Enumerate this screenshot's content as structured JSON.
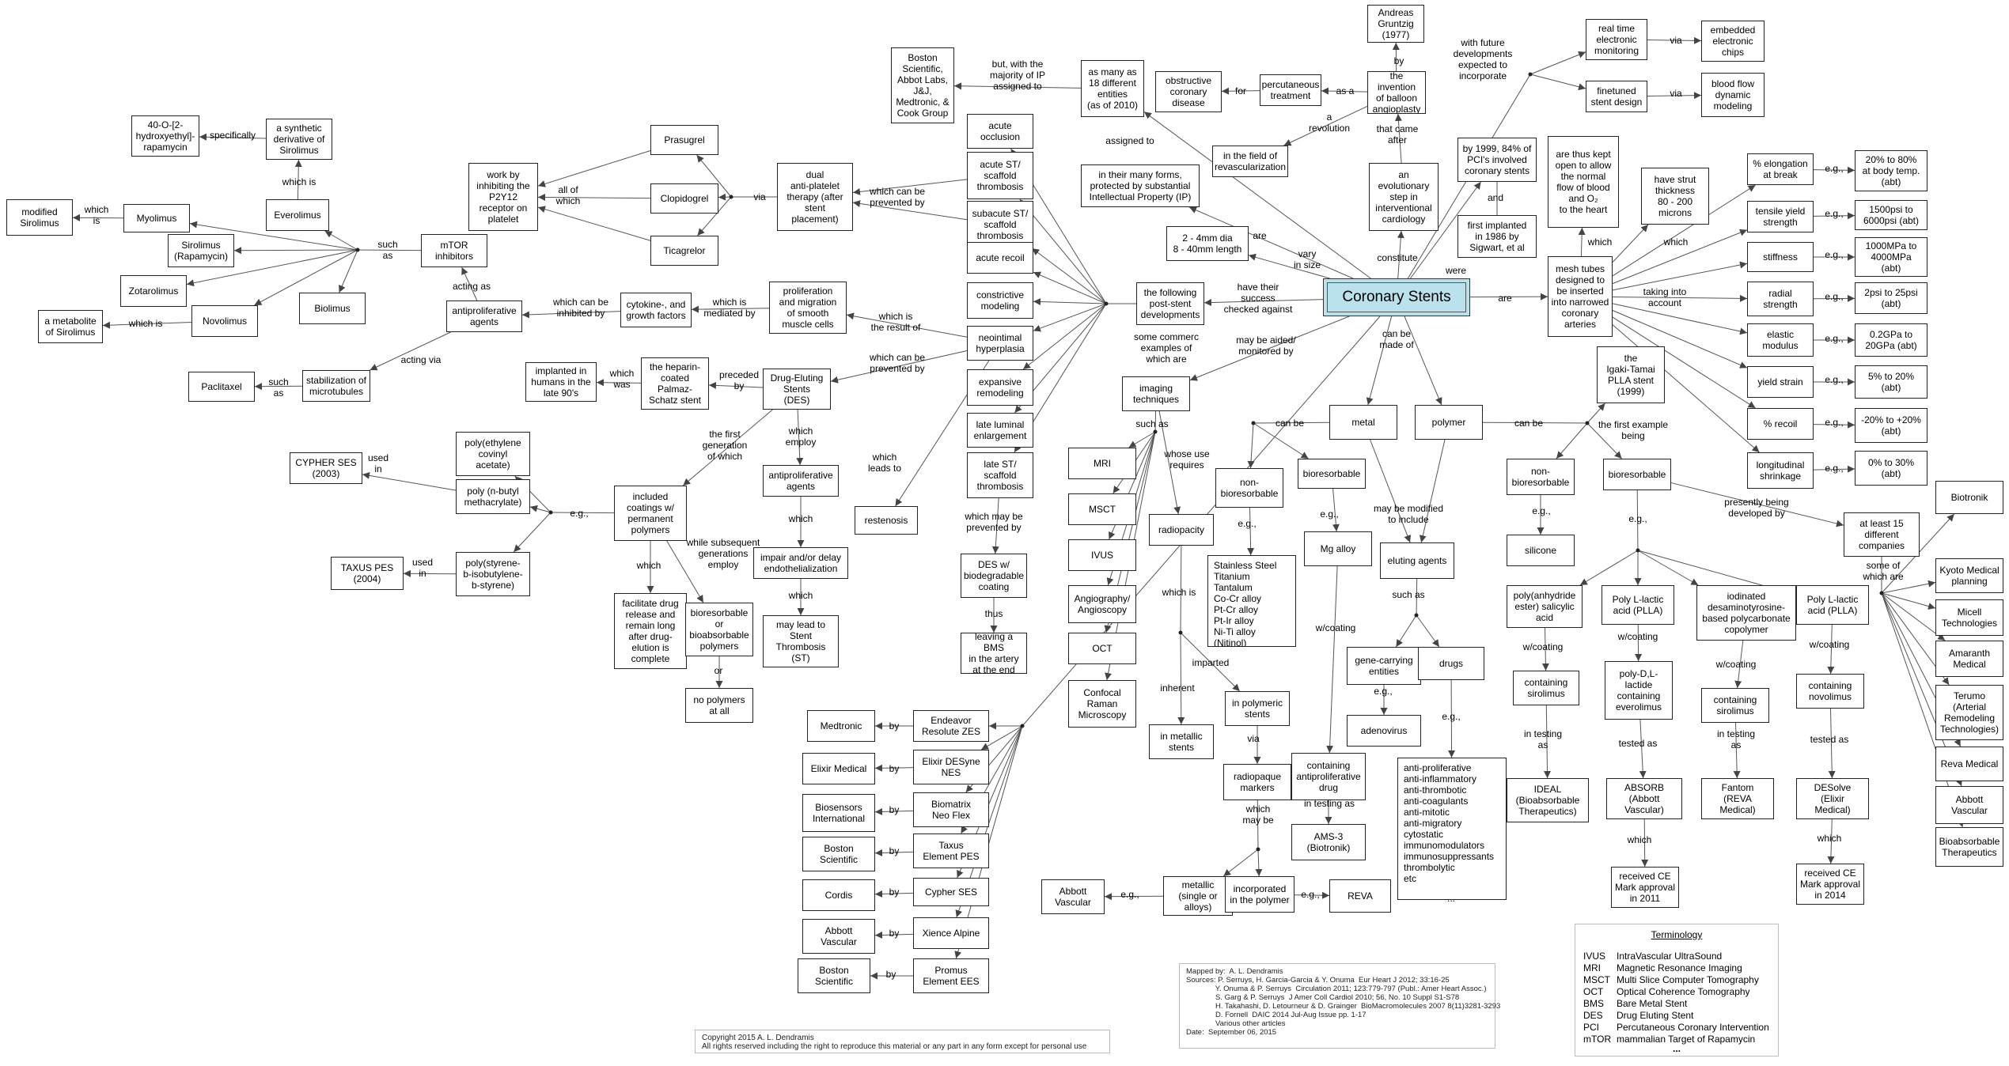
{
  "center_concept": "Coronary Stents",
  "concepts": {
    "gruntzig": "Andreas\nGruntzig\n(1977)",
    "balloon": "the invention\nof balloon\nangioplasty",
    "percutaneous": "percutaneous\ntreatment",
    "obstructive": "obstructive\ncoronary\ndisease",
    "revascularization": "in the field of\nrevascularization",
    "evolutionary": "an\nevolutionary\nstep in\ninterventional\ncardiology",
    "pci84": "by 1999, 84% of\nPCI's involved\ncoronary stents",
    "sigwart": "first implanted\nin 1986 by\nSigwart, et al",
    "realtime": "real time\nelectronic\nmonitoring",
    "embedded": "embedded\nelectronic\nchips",
    "finetuned": "finetuned\nstent design",
    "bloodflow": "blood flow\ndynamic\nmodeling",
    "entities18": "as many as\n18 different\nentities\n(as of 2010)",
    "boston_cos": "Boston\nScientific,\nAbbot Labs,\nJ&J,\nMedtronic, &\nCook Group",
    "ip": "in their many forms,\nprotected by substantial\nIntellectual Property (IP)",
    "dims": "2 - 4mm dia\n8 - 40mm length",
    "keptopen": "are thus kept\nopen to allow\nthe normal\nflow of blood\nand O₂\nto the heart",
    "mesh": "mesh tubes\ndesigned to\nbe inserted\ninto narrowed\ncoronary\narteries",
    "strut": "have strut\nthickness\n80 - 200\nmicrons",
    "elong": "% elongation\nat break",
    "elong_v": "20% to 80%\nat body temp.\n(abt)",
    "tensile": "tensile yield\nstrength",
    "tensile_v": "1500psi to\n6000psi (abt)",
    "stiff": "stiffness",
    "stiff_v": "1000MPa to\n4000MPa\n(abt)",
    "radial": "radial strength",
    "radial_v": "2psi to 25psi\n(abt)",
    "elastic": "elastic\nmodulus",
    "elastic_v": "0.2GPa to\n20GPa (abt)",
    "yield": "yield strain",
    "yield_v": "5% to 20%\n(abt)",
    "recoil": "% recoil",
    "recoil_v": "-20% to +20%\n(abt)",
    "shrink": "longitudinal\nshrinkage",
    "shrink_v": "0% to 30%\n(abt)",
    "following": "the following\npost-stent\ndevelopments",
    "acute_occl": "acute\nocclusion",
    "acute_st": "acute ST/\nscaffold\nthrombosis",
    "subacute": "subacute ST/\nscaffold\nthrombosis",
    "acute_recoil": "acute recoil",
    "constrictive": "constrictive\nmodeling",
    "neointimal": "neointimal\nhyperplasia",
    "expansive": "expansive\nremodeling",
    "late_lumen": "late luminal\nenlargement",
    "late_st": "late ST/\nscaffold\nthrombosis",
    "dapt": "dual\nanti-platelet\ntherapy (after\nstent\nplacement)",
    "prasugrel": "Prasugrel",
    "clopidogrel": "Clopidogrel",
    "ticagrelor": "Ticagrelor",
    "p2y12": "work by\ninhibiting the\nP2Y12\nreceptor on\nplatelet",
    "prolif": "proliferation\nand migration\nof smooth\nmuscle cells",
    "cytokine": "cytokine-, and\ngrowth factors",
    "antiprolif": "antiproliferative\nagents",
    "mtor": "mTOR\ninhibitors",
    "stabilization": "stabilization of\nmicrotubules",
    "paclitaxel": "Paclitaxel",
    "prasugrel_dummy": "",
    "myolimus": "Myolimus",
    "modified_sir": "modified\nSirolimus",
    "sirolimus": "Sirolimus\n(Rapamycin)",
    "zotarolimus": "Zotarolimus",
    "novolimus": "Novolimus",
    "metabolite": "a metabolite\nof Sirolimus",
    "biolimus": "Biolimus",
    "everolimus": "Everolimus",
    "synthetic": "a synthetic\nderivative of\nSirolimus",
    "hydroxyethyl": "40-O-[2-\nhydroxyethyl]-\nrapamycin",
    "des": "Drug-Eluting\nStents\n(DES)",
    "heparin": "the heparin-\ncoated\nPalmaz-\nSchatz  stent",
    "implanted90": "implanted in\nhumans in the\nlate 90's",
    "restenosis": "restenosis",
    "antiprolif2": "antiproliferative\nagents",
    "impair": "impair and/or delay\nendothelialization",
    "st_lead": "may lead to\nStent\nThrombosis\n(ST)",
    "des_bio": "DES w/\nbiodegradable\ncoating",
    "bms_left": "leaving a BMS\nin the artery\nat the end",
    "coatings": "included\ncoatings w/\npermanent\npolymers",
    "facilitate": "facilitate drug\nrelease and\nremain long\nafter drug-\nelution is\ncomplete",
    "biores_poly": "bioresorbable\nor\nbioabsorbable\npolymers",
    "no_poly": "no polymers\nat all",
    "peva": "poly(ethylene\ncovinyl\nacetate)",
    "pbma": "poly (n-butyl\nmethacrylate)",
    "sibs": "poly(styrene-\nb-isobutylene-\nb-styrene)",
    "cypher2003": "CYPHER SES\n(2003)",
    "taxus2004": "TAXUS PES\n(2004)",
    "endeavor": "Endeavor\nResolute ZES",
    "elixir_nes": "Elixir DESyne\nNES",
    "biomatrix": "Biomatrix\nNeo Flex",
    "taxus_el": "Taxus\nElement PES",
    "cypher_ses": "Cypher SES",
    "xience": "Xience Alpine",
    "promus": "Promus\nElement EES",
    "medtronic": "Medtronic",
    "elixir_med": "Elixir Medical",
    "biosensors": "Biosensors\nInternational",
    "boston1": "Boston\nScientific",
    "cordis": "Cordis",
    "abbott_v1": "Abbott\nVascular",
    "boston2": "Boston\nScientific",
    "imaging": "imaging\ntechniques",
    "mri": "MRI",
    "msct": "MSCT",
    "ivus": "IVUS",
    "angio": "Angiography/\nAngioscopy",
    "oct": "OCT",
    "confocal": "Confocal\nRaman\nMicroscopy",
    "radiopacity": "radiopacity",
    "inmetallic": "in metallic\nstents",
    "inpolymeric": "in polymeric\nstents",
    "markers": "radiopaque\nmarkers",
    "metallic": "metallic\n(single or\nalloys)",
    "abbott_v2": "Abbott\nVascular",
    "incorporated": "incorporated\nin the polymer",
    "reva": "REVA",
    "metal": "metal",
    "polymer": "polymer",
    "nonbio": "non-\nbioresorbable",
    "bioresorbable": "bioresorbable",
    "steels": "Stainless Steel\nTitanium\nTantalum\nCo-Cr alloy\nPt-Cr alloy\nPt-Ir alloy\nNi-Ti alloy (Nitinol)",
    "mg": "Mg alloy",
    "eluting": "eluting agents",
    "genecarry": "gene-carrying\nentities",
    "drugs": "drugs",
    "adenovirus": "adenovirus",
    "druglist": "anti-proliferative\nanti-inflammatory\nanti-thrombotic\nanti-coagulants\nanti-mitotic\nanti-migratory\ncytostatic\nimmunomodulators\nimmunosuppressants\nthrombolytic\netc",
    "containing_anti": "containing\nantiproliferative\ndrug",
    "ams3": "AMS-3\n(Biotronik)",
    "nonbio_p": "non-\nbioresorbable",
    "bioresorb_p": "bioresorbable",
    "silicone": "silicone",
    "igaki": "the\nIgaki-Tamai\nPLLA stent\n(1999)",
    "anhydride": "poly(anhydride\nester) salicylic\nacid",
    "plla1": "Poly L-lactic\nacid (PLLA)",
    "iodinated": "iodinated\ndesaminotyrosine-\nbased polycarbonate\ncopolymer",
    "plla2": "Poly L-lactic\nacid (PLLA)",
    "cont_sir1": "containing\nsirolimus",
    "pdll": "poly-D,L-\nlactide\ncontaining\neverolimus",
    "cont_sir2": "containing\nsirolimus",
    "cont_novo": "containing\nnovolimus",
    "ideal": "IDEAL\n(Bioabsorbable\nTherapeutics)",
    "absorb": "ABSORB\n(Abbott\nVascular)",
    "fantom": "Fantom\n(REVA\nMedical)",
    "desolve": "DESolve\n(Elixir\nMedical)",
    "ce2011": "received CE\nMark approval\nin 2011",
    "ce2014": "received CE\nMark approval\nin 2014",
    "atleast15": "at least 15\ndifferent\ncompanies",
    "biotronik": "Biotronik",
    "kyoto": "Kyoto Medical\nplanning",
    "micell": "Micell\nTechnologies",
    "amaranth": "Amaranth\nMedical",
    "terumo": "Terumo\n(Arterial\nRemodeling\nTechnologies)",
    "reva_med": "Reva Medical",
    "abbott_v3": "Abbott\nVascular",
    "bioabsorb": "Bioabsorbable\nTherapeutics"
  },
  "links": {
    "by": "by",
    "that_came_after": "that came\nafter",
    "as_a": "as a",
    "for": "for",
    "a_revolution": "a\nrevolution",
    "with_future": "with future\ndevelopments\nexpected to\nincorporate",
    "via1": "via",
    "via2": "via",
    "but_majority": "but, with the\nmajority of IP\nassigned to",
    "assigned_to": "assigned to",
    "and": "and",
    "constitute": "constitute",
    "were": "were",
    "are1": "are",
    "vary": "vary\nin size",
    "are2": "are",
    "which1": "which",
    "which2": "which",
    "taking": "taking into\naccount",
    "eg_elong": "e.g.,",
    "eg_tensile": "e.g.,",
    "eg_stiff": "e.g.,",
    "eg_radial": "e.g.,",
    "eg_elastic": "e.g.,",
    "eg_yield": "e.g.,",
    "eg_recoil": "e.g.,",
    "eg_shrink": "e.g.,",
    "have_success": "have their\nsuccess\nchecked against",
    "can_be_made": "can be\nmade of",
    "some_commerc": "some commerc\nexamples of\nwhich are",
    "aided": "may be aided/\nmonitored by",
    "prevented1": "which can be\nprevented by",
    "via_dapt": "via",
    "all_of": "all of\nwhich",
    "result_of": "which is\nthe result of",
    "mediated_by": "which is\nmediated by",
    "inhibited_by": "which can be\ninhibited by",
    "acting_as": "acting as",
    "acting_via": "acting via",
    "such_as_pac": "such\nas",
    "such_as_mtor": "such\nas",
    "which_is_myo": "which\nis",
    "which_is_novo": "which is",
    "which_is_ever": "which is",
    "specifically": "specifically",
    "prevented2": "which can be\nprevented by",
    "preceded": "preceded\nby",
    "which_was": "which\nwas",
    "leads_to": "which\nleads to",
    "first_gen": "the first\ngeneration\nof which",
    "which_employ": "which\nemploy",
    "which_imp": "which",
    "which_st": "which",
    "prevented3": "which may be\nprevented by",
    "thus": "thus",
    "eg_poly": "e.g.,",
    "used_in1": "used\nin",
    "used_in2": "used\nin",
    "which_fac": "which",
    "subsequent": "while subsequent\ngenerations\nemploy",
    "or": "or",
    "by1": "by",
    "by2": "by",
    "by3": "by",
    "by4": "by",
    "by5": "by",
    "by6": "by",
    "by7": "by",
    "such_as_img": "such as",
    "whose_use": "whose use\nrequires",
    "which_is_rad": "which is",
    "inherent": "inherent",
    "imparted": "imparted",
    "via_markers": "via",
    "which_may_be": "which\nmay be",
    "eg_abbott": "e.g.,",
    "eg_reva": "e.g.,",
    "can_be_metal": "can be",
    "eg_steels": "e.g.,",
    "eg_mg": "e.g.,",
    "wcoating_mg": "w/coating",
    "in_testing_ams": "in testing as",
    "modified_include": "may be modified\nto include",
    "such_as_elut": "such as",
    "eg_gene": "e.g.,",
    "eg_drugs": "e.g.,",
    "can_be_poly": "can be",
    "first_example": "the first example\nbeing",
    "eg_silicone": "e.g.,",
    "eg_bio": "e.g.,",
    "presently": "presently being\ndeveloped by",
    "some_of_which": "some of\nwhich are",
    "wc1": "w/coating",
    "wc2": "w/coating",
    "wc3": "w/coating",
    "wc4": "w/coating",
    "in_testing1": "in testing\nas",
    "tested_as2": "tested as",
    "in_testing3": "in testing\nas",
    "tested_as4": "tested as",
    "which_ce1": "which",
    "which_ce2": "which",
    "ellipsis": "..."
  },
  "footer": {
    "mapped_by": "Mapped by:  A. L. Dendramis",
    "sources": [
      "Sources: P. Serruys, H. Garcia-Garcia & Y. Onuma  Eur Heart J 2012; 33:16-25",
      "              Y. Onuma & P. Serruys  Circulation 2011; 123:779-797 (Publ.: Amer Heart Assoc.)",
      "              S. Garg & P. Serruys  J Amer Coll Cardiol 2010; 56, No. 10 Suppl S1-S78",
      "              H. Takahashi, D. Letourneur & D. Grainger  BioMacromolecules 2007 8(11)3281-3293",
      "              D. Fornell  DAIC 2014 Jul-Aug Issue pp. 1-17",
      "              Various other articles"
    ],
    "date": "Date:  September 06, 2015",
    "copyright": "Copyright 2015 A. L. Dendramis",
    "rights": "All rights reserved including the right to reproduce this material or any part in any form except for personal use"
  },
  "terminology": {
    "title": "Terminology",
    "terms": [
      {
        "abbr": "IVUS",
        "def": "IntraVascular UltraSound"
      },
      {
        "abbr": "MRI",
        "def": "Magnetic Resonance Imaging"
      },
      {
        "abbr": "MSCT",
        "def": "Multi Slice Computer Tomography"
      },
      {
        "abbr": "OCT",
        "def": "Optical Coherence Tomography"
      },
      {
        "abbr": "BMS",
        "def": "Bare Metal Stent"
      },
      {
        "abbr": "DES",
        "def": "Drug Eluting Stent"
      },
      {
        "abbr": "PCI",
        "def": "Percutaneous Coronary Intervention"
      },
      {
        "abbr": "mTOR",
        "def": "mammalian Target of Rapamycin"
      }
    ],
    "more": "..."
  }
}
